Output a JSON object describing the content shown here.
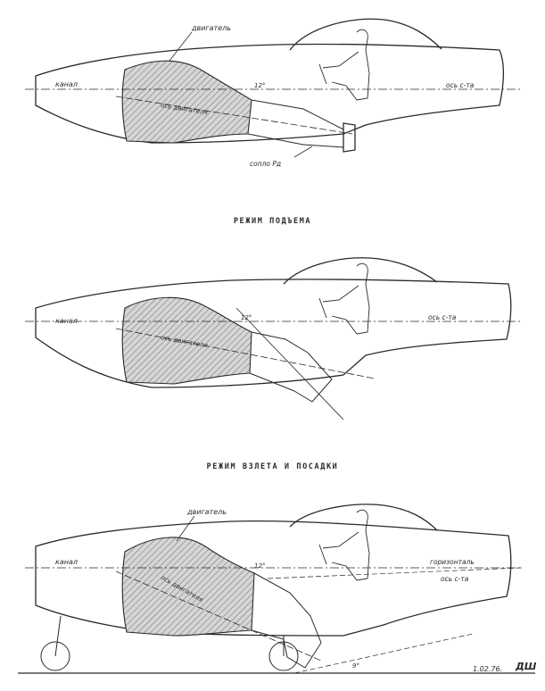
{
  "headings": {
    "lift_mode": "РЕЖИМ ПОДЪЕМА",
    "takeoff_landing_mode": "РЕЖИМ ВЗЛЕТА И ПОСАДКИ"
  },
  "views": [
    {
      "id": "cruise",
      "labels": {
        "intake": "канал",
        "engine_axis": "ось двигателя",
        "fuselage_axis": "ось с-та",
        "engine": "двигатель",
        "nozzle": "сопло Рд",
        "small_angle": "12°"
      }
    },
    {
      "id": "lift",
      "labels": {
        "intake": "канал",
        "engine_axis": "ось двигателя",
        "fuselage_axis": "ось с-та",
        "small_angle": "12°"
      }
    },
    {
      "id": "takeoff",
      "labels": {
        "intake": "канал",
        "engine_axis": "ось двигателя",
        "fuselage_axis": "ось с-та",
        "engine": "двигатель",
        "horizontal": "горизонталь",
        "small_angle": "12°",
        "ground_angle": "9°"
      }
    }
  ],
  "signature": {
    "date": "1.02.76.",
    "mark": "ДШ"
  },
  "colors": {
    "ink": "#2a2a2a",
    "hatch": "#8a8a8a",
    "paper": "#ffffff"
  }
}
